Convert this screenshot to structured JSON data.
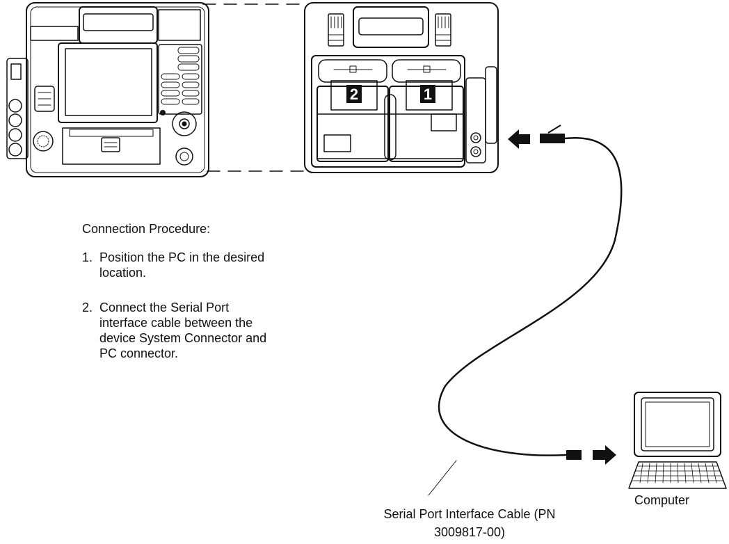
{
  "procedure": {
    "title": "Connection Procedure:",
    "steps": [
      {
        "num": "1.",
        "text": "Position the PC in the desired location."
      },
      {
        "num": "2.",
        "text": "Connect the Serial Port interface cable between the device System Connector and PC connector."
      }
    ]
  },
  "device": {
    "battery_labels": [
      "2",
      "1"
    ]
  },
  "labels": {
    "computer": "Computer",
    "cable": "Serial Port Interface Cable (PN 3009817-00)"
  },
  "icons": {
    "connector_arrow_left": "arrow-left-icon",
    "connector_arrow_right": "arrow-right-icon"
  },
  "colors": {
    "line": "#111111",
    "background": "#ffffff"
  }
}
